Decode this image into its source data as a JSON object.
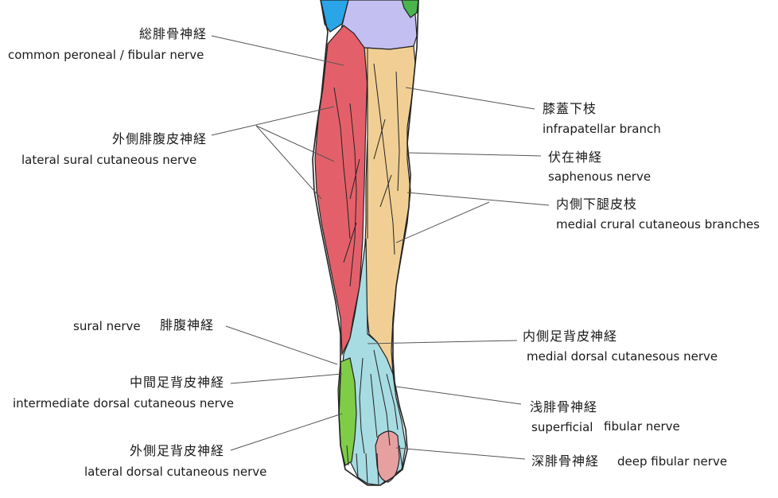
{
  "colors": {
    "common_peroneal": "#e3606a",
    "saphenous": "#f1cf94",
    "superficial_fibular": "#a7dce3",
    "deep_fibular": "#e7a0a0",
    "lateral_dorsal": "#7fcc47",
    "thigh_top_left": "#2aa5e8",
    "thigh_top_mid": "#c4bff1",
    "thigh_top_right": "#49b54d",
    "outline": "#222222",
    "leader": "#555555"
  },
  "labels": {
    "common_peroneal": {
      "ja": "総腓骨神経",
      "en": "common peroneal / fibular nerve"
    },
    "lateral_sural": {
      "ja": "外側腓腹皮神経",
      "en": "lateral sural cutaneous nerve"
    },
    "sural": {
      "en": "sural nerve",
      "ja": "腓腹神経"
    },
    "intermediate_dorsal": {
      "ja": "中間足背皮神経",
      "en": "intermediate dorsal cutaneous nerve"
    },
    "lateral_dorsal": {
      "ja": "外側足背皮神経",
      "en": "lateral dorsal cutaneous nerve"
    },
    "infrapatellar": {
      "ja": "膝蓋下枝",
      "en": "infrapatellar branch"
    },
    "saphenous": {
      "ja": "伏在神経",
      "en": "saphenous nerve"
    },
    "medial_crural": {
      "ja": "内側下腿皮枝",
      "en": "medial crural cutaneous branches"
    },
    "medial_dorsal": {
      "ja": "内側足背皮神経",
      "en": "medial dorsal cutanesous nerve"
    },
    "superficial_fibular": {
      "ja": "浅腓骨神経",
      "en1": "superficial",
      "en2": "fibular nerve"
    },
    "deep_fibular": {
      "ja": "深腓骨神経",
      "en": "deep fibular nerve"
    }
  }
}
